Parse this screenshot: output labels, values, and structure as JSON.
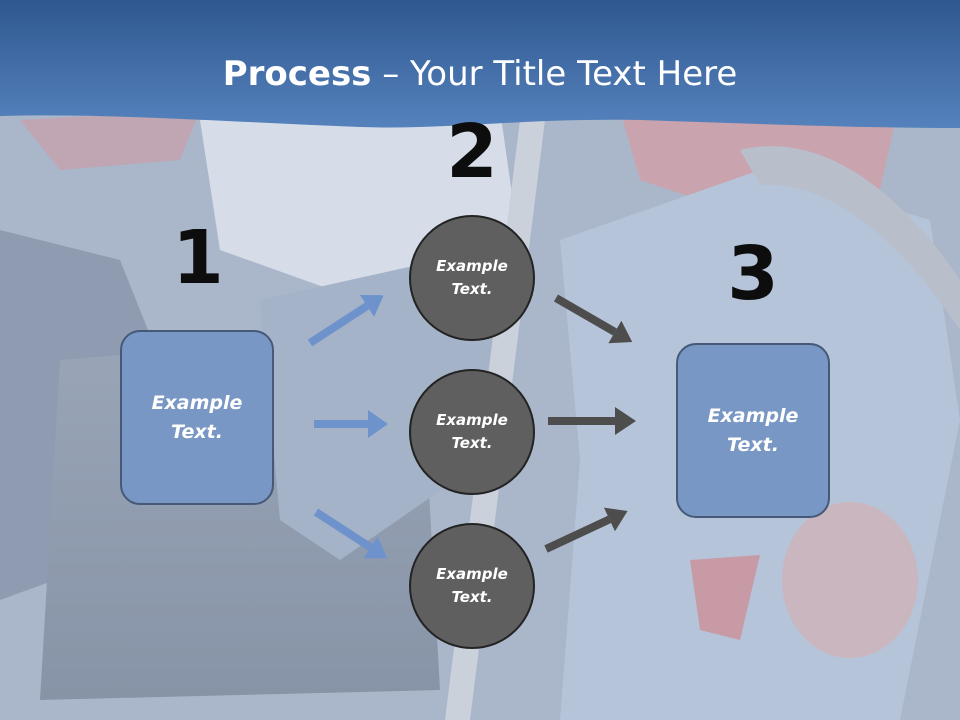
{
  "title": {
    "bold": "Process",
    "rest": " – Your Title Text Here"
  },
  "steps": [
    "1",
    "2",
    "3"
  ],
  "left_box": {
    "text": "Example\nText."
  },
  "circles": [
    {
      "text": "Example\nText."
    },
    {
      "text": "Example\nText."
    },
    {
      "text": "Example\nText."
    }
  ],
  "right_box": {
    "text": "Example\nText."
  },
  "colors": {
    "header_blue": "#4a74ad",
    "box_fill": "#7897c4",
    "circle_fill": "#5f5f5f",
    "left_arrow": "#6e93cc",
    "right_arrow": "#4d4d4d"
  }
}
